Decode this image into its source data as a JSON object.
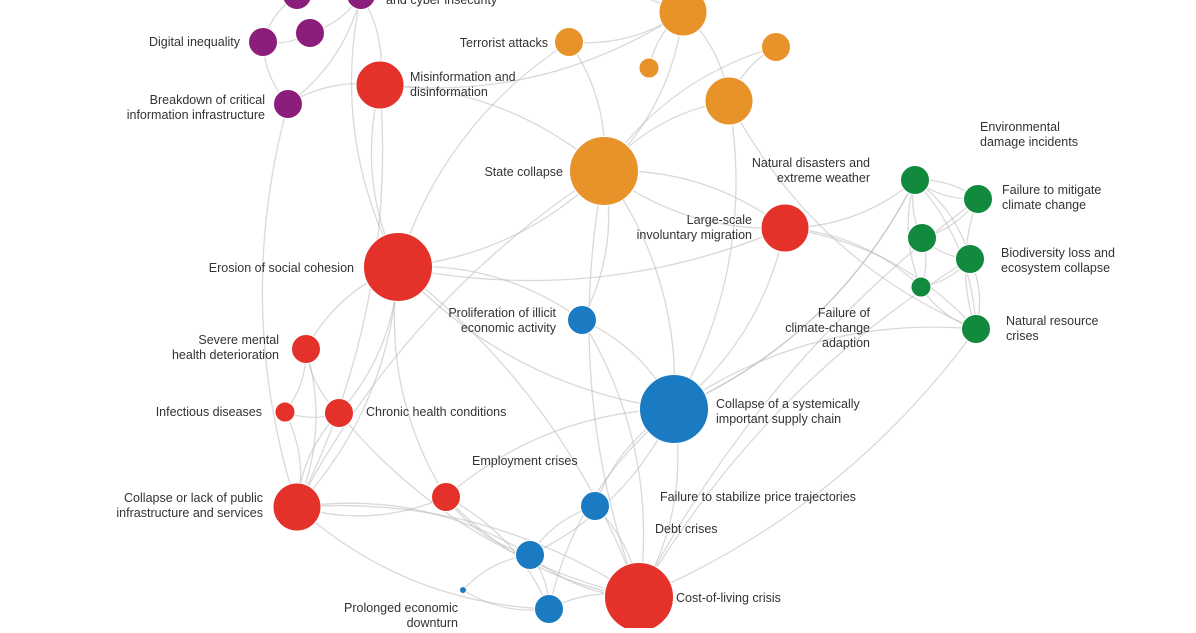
{
  "colors": {
    "technological": "#8b1d7b",
    "societal": "#e4322b",
    "geopolitical": "#e8922a",
    "environmental": "#118a3e",
    "economic": "#1a7ac2",
    "edge": "#b9b9b9"
  },
  "nodes": [
    {
      "id": "n1",
      "label": [
        "Digital inequality"
      ],
      "category": "technological",
      "size": "small"
    },
    {
      "id": "n2",
      "label": [
        "Breakdown of critical",
        "information infrastructure"
      ],
      "category": "technological",
      "size": "small"
    },
    {
      "id": "n3",
      "label": [
        "and cyber insecurity"
      ],
      "category": "technological",
      "size": "small"
    },
    {
      "id": "n4",
      "label": [],
      "category": "technological",
      "size": "small"
    },
    {
      "id": "n5",
      "label": [],
      "category": "technological",
      "size": "small"
    },
    {
      "id": "n6",
      "label": [
        "Misinformation and",
        "disinformation"
      ],
      "category": "societal",
      "size": "medium"
    },
    {
      "id": "n7",
      "label": [
        "Terrorist attacks"
      ],
      "category": "geopolitical",
      "size": "small"
    },
    {
      "id": "n8",
      "label": [],
      "category": "geopolitical",
      "size": "medium"
    },
    {
      "id": "n9",
      "label": [],
      "category": "geopolitical",
      "size": "tiny"
    },
    {
      "id": "n10",
      "label": [],
      "category": "geopolitical",
      "size": "small"
    },
    {
      "id": "n11",
      "label": [],
      "category": "geopolitical",
      "size": "medium"
    },
    {
      "id": "n12",
      "label": [
        "State collapse"
      ],
      "category": "geopolitical",
      "size": "large"
    },
    {
      "id": "n13",
      "label": [
        "Natural disasters and",
        "extreme weather"
      ],
      "category": "environmental",
      "size": "small"
    },
    {
      "id": "n14",
      "label": [
        "Environmental",
        "damage incidents"
      ],
      "category": "environmental",
      "size": "small"
    },
    {
      "id": "n15",
      "label": [
        "Failure to mitigate",
        "climate change"
      ],
      "category": "environmental",
      "size": "small"
    },
    {
      "id": "n16",
      "label": [],
      "category": "environmental",
      "size": "small"
    },
    {
      "id": "n17",
      "label": [
        "Biodiversity loss and",
        "ecosystem collapse"
      ],
      "category": "environmental",
      "size": "small"
    },
    {
      "id": "n18",
      "label": [
        "Failure of",
        "climate-change",
        "adaption"
      ],
      "category": "environmental",
      "size": "tiny"
    },
    {
      "id": "n19",
      "label": [
        "Natural resource",
        "crises"
      ],
      "category": "environmental",
      "size": "small"
    },
    {
      "id": "n20",
      "label": [
        "Large-scale",
        "involuntary migration"
      ],
      "category": "societal",
      "size": "medium"
    },
    {
      "id": "n21",
      "label": [
        "Erosion of social cohesion"
      ],
      "category": "societal",
      "size": "large"
    },
    {
      "id": "n22",
      "label": [
        "Proliferation of illicit",
        "economic activity"
      ],
      "category": "economic",
      "size": "small"
    },
    {
      "id": "n23",
      "label": [
        "Severe mental",
        "health deterioration"
      ],
      "category": "societal",
      "size": "small"
    },
    {
      "id": "n24",
      "label": [
        "Infectious diseases"
      ],
      "category": "societal",
      "size": "tiny"
    },
    {
      "id": "n25",
      "label": [
        "Chronic health conditions"
      ],
      "category": "societal",
      "size": "small"
    },
    {
      "id": "n26",
      "label": [
        "Collapse of a systemically",
        "important supply chain"
      ],
      "category": "economic",
      "size": "large"
    },
    {
      "id": "n27",
      "label": [
        "Employment crises"
      ],
      "category": "societal",
      "size": "small"
    },
    {
      "id": "n28",
      "label": [
        "Collapse or lack of public",
        "infrastructure and services"
      ],
      "category": "societal",
      "size": "medium"
    },
    {
      "id": "n29",
      "label": [
        "Failure to stabilize price trajectories"
      ],
      "category": "economic",
      "size": "small"
    },
    {
      "id": "n30",
      "label": [
        "Debt crises"
      ],
      "category": "economic",
      "size": "small"
    },
    {
      "id": "n31",
      "label": [],
      "category": "economic",
      "size": "dot"
    },
    {
      "id": "n32",
      "label": [
        "Cost-of-living crisis"
      ],
      "category": "societal",
      "size": "large"
    },
    {
      "id": "n33",
      "label": [
        "Prolonged economic",
        "downturn"
      ],
      "category": "economic",
      "size": "small"
    }
  ],
  "edges": [
    [
      "n1",
      "n4"
    ],
    [
      "n1",
      "n5"
    ],
    [
      "n1",
      "n2"
    ],
    [
      "n2",
      "n6"
    ],
    [
      "n2",
      "n3"
    ],
    [
      "n3",
      "n6"
    ],
    [
      "n4",
      "n3"
    ],
    [
      "n5",
      "n3"
    ],
    [
      "n6",
      "n21"
    ],
    [
      "n6",
      "n12"
    ],
    [
      "n6",
      "n8"
    ],
    [
      "n3",
      "n8"
    ],
    [
      "n3",
      "n21"
    ],
    [
      "n7",
      "n12"
    ],
    [
      "n7",
      "n8"
    ],
    [
      "n9",
      "n8"
    ],
    [
      "n10",
      "n11"
    ],
    [
      "n8",
      "n11"
    ],
    [
      "n11",
      "n12"
    ],
    [
      "n8",
      "n12"
    ],
    [
      "n10",
      "n12"
    ],
    [
      "n12",
      "n21"
    ],
    [
      "n12",
      "n20"
    ],
    [
      "n12",
      "n26"
    ],
    [
      "n12",
      "n28"
    ],
    [
      "n12",
      "n22"
    ],
    [
      "n12",
      "n32"
    ],
    [
      "n20",
      "n21"
    ],
    [
      "n20",
      "n13"
    ],
    [
      "n20",
      "n18"
    ],
    [
      "n20",
      "n12"
    ],
    [
      "n20",
      "n26"
    ],
    [
      "n13",
      "n14"
    ],
    [
      "n13",
      "n15"
    ],
    [
      "n13",
      "n16"
    ],
    [
      "n13",
      "n17"
    ],
    [
      "n13",
      "n18"
    ],
    [
      "n13",
      "n19"
    ],
    [
      "n14",
      "n15"
    ],
    [
      "n15",
      "n16"
    ],
    [
      "n16",
      "n17"
    ],
    [
      "n17",
      "n18"
    ],
    [
      "n18",
      "n19"
    ],
    [
      "n17",
      "n19"
    ],
    [
      "n15",
      "n19"
    ],
    [
      "n16",
      "n18"
    ],
    [
      "n19",
      "n26"
    ],
    [
      "n19",
      "n32"
    ],
    [
      "n19",
      "n20"
    ],
    [
      "n19",
      "n11"
    ],
    [
      "n21",
      "n23"
    ],
    [
      "n21",
      "n28"
    ],
    [
      "n21",
      "n27"
    ],
    [
      "n21",
      "n32"
    ],
    [
      "n21",
      "n26"
    ],
    [
      "n21",
      "n25"
    ],
    [
      "n23",
      "n25"
    ],
    [
      "n23",
      "n24"
    ],
    [
      "n24",
      "n25"
    ],
    [
      "n24",
      "n28"
    ],
    [
      "n25",
      "n28"
    ],
    [
      "n23",
      "n28"
    ],
    [
      "n25",
      "n32"
    ],
    [
      "n22",
      "n26"
    ],
    [
      "n22",
      "n21"
    ],
    [
      "n22",
      "n32"
    ],
    [
      "n26",
      "n29"
    ],
    [
      "n26",
      "n32"
    ],
    [
      "n26",
      "n33"
    ],
    [
      "n26",
      "n30"
    ],
    [
      "n26",
      "n27"
    ],
    [
      "n27",
      "n33"
    ],
    [
      "n27",
      "n32"
    ],
    [
      "n27",
      "n28"
    ],
    [
      "n27",
      "n30"
    ],
    [
      "n28",
      "n32"
    ],
    [
      "n28",
      "n33"
    ],
    [
      "n28",
      "n30"
    ],
    [
      "n29",
      "n30"
    ],
    [
      "n29",
      "n32"
    ],
    [
      "n30",
      "n32"
    ],
    [
      "n30",
      "n33"
    ],
    [
      "n31",
      "n33"
    ],
    [
      "n33",
      "n32"
    ],
    [
      "n30",
      "n31"
    ],
    [
      "n13",
      "n26"
    ],
    [
      "n15",
      "n32"
    ],
    [
      "n14",
      "n26"
    ],
    [
      "n17",
      "n32"
    ],
    [
      "n6",
      "n28"
    ],
    [
      "n2",
      "n28"
    ],
    [
      "n11",
      "n26"
    ],
    [
      "n7",
      "n21"
    ]
  ]
}
